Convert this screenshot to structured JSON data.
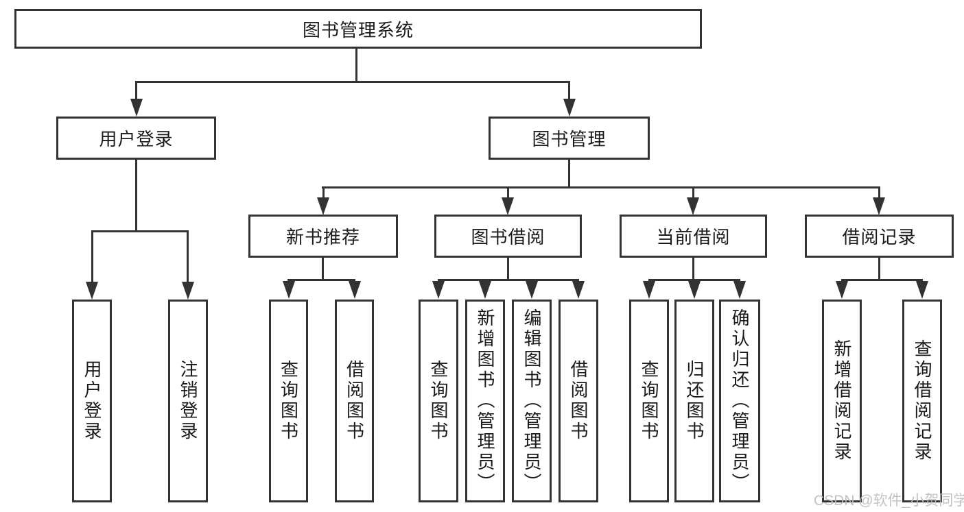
{
  "diagram": {
    "root_label": "图书管理系统",
    "level2": [
      {
        "label": "用户登录",
        "children": [
          {
            "label": "用户登录"
          },
          {
            "label": "注销登录"
          }
        ]
      },
      {
        "label": "图书管理",
        "children": [
          {
            "label": "新书推荐",
            "children": [
              {
                "label": "查询图书"
              },
              {
                "label": "借阅图书"
              }
            ]
          },
          {
            "label": "图书借阅",
            "children": [
              {
                "label": "查询图书"
              },
              {
                "label": "新增图书（管理员）"
              },
              {
                "label": "编辑图书（管理员）"
              },
              {
                "label": "借阅图书"
              }
            ]
          },
          {
            "label": "当前借阅",
            "children": [
              {
                "label": "查询图书"
              },
              {
                "label": "归还图书"
              },
              {
                "label": "确认归还（管理员）"
              }
            ]
          },
          {
            "label": "借阅记录",
            "children": [
              {
                "label": "新增借阅记录"
              },
              {
                "label": "查询借阅记录"
              }
            ]
          }
        ]
      }
    ]
  },
  "watermark": {
    "text": "CSDN @软件_小贺同学",
    "color": "#bdbdbd"
  },
  "colors": {
    "line": "#333333",
    "text": "#1a1a1a",
    "background": "#ffffff"
  }
}
